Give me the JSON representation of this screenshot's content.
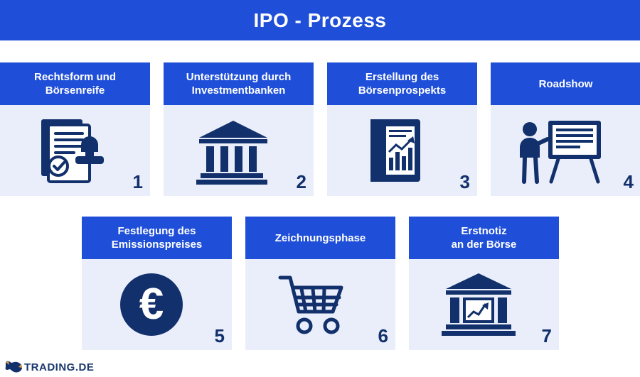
{
  "title": "IPO - Prozess",
  "logo": {
    "text": "TRADING.DE",
    "icon": "bull-logo-icon"
  },
  "colors": {
    "accent": "#1f4fd8",
    "card_background": "#eaeefb",
    "icon_dark": "#12306b",
    "title_text": "#ffffff"
  },
  "steps": [
    {
      "number": "1",
      "title": "Rechtsform und\nBörsenreife",
      "title_line1": "Rechtsform und",
      "title_line2": "Börsenreife",
      "icon": "contract-stamp-icon"
    },
    {
      "number": "2",
      "title": "Unterstützung durch\nInvestmentbanken",
      "title_line1": "Unterstützung durch",
      "title_line2": "Investmentbanken",
      "icon": "bank-building-icon"
    },
    {
      "number": "3",
      "title": "Erstellung des\nBörsenprospekts",
      "title_line1": "Erstellung des",
      "title_line2": "Börsenprospekts",
      "icon": "prospectus-document-icon"
    },
    {
      "number": "4",
      "title": "Roadshow",
      "title_line1": "Roadshow",
      "title_line2": "",
      "icon": "presentation-person-icon"
    },
    {
      "number": "5",
      "title": "Festlegung des\nEmissionspreises",
      "title_line1": "Festlegung des",
      "title_line2": "Emissionspreises",
      "icon": "euro-coin-icon"
    },
    {
      "number": "6",
      "title": "Zeichnungsphase",
      "title_line1": "Zeichnungsphase",
      "title_line2": "",
      "icon": "shopping-cart-icon"
    },
    {
      "number": "7",
      "title": "Erstnotiz\nan der Börse",
      "title_line1": "Erstnotiz",
      "title_line2": "an der Börse",
      "icon": "stock-exchange-icon"
    }
  ]
}
